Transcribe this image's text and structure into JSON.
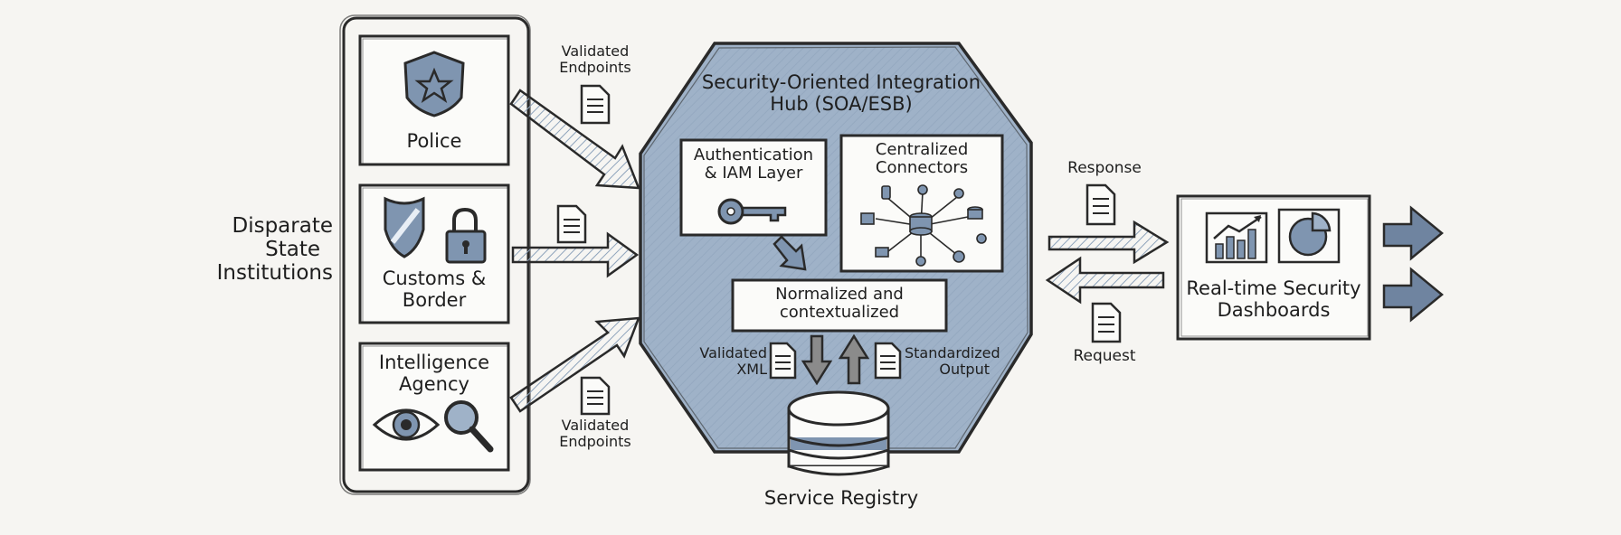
{
  "left_group": {
    "label_lines": [
      "Disparate",
      "State",
      "Institutions"
    ]
  },
  "institutions": {
    "police": "Police",
    "customs_lines": [
      "Customs &",
      "Border"
    ],
    "intel_lines": [
      "Intelligence",
      "Agency"
    ]
  },
  "hub": {
    "title_lines": [
      "Security-Oriented Integration",
      "Hub (SOA/ESB)"
    ],
    "auth_lines": [
      "Authentication",
      "& IAM Layer"
    ],
    "connectors_lines": [
      "Centralized",
      "Connectors"
    ],
    "normalized_lines": [
      "Normalized and",
      "contextualized"
    ],
    "validated_xml_lines": [
      "Validated",
      "XML"
    ],
    "standardized_lines": [
      "Standardized",
      "Output"
    ],
    "registry": "Service Registry"
  },
  "flows": {
    "validated_endpoints_top": [
      "Validated",
      "Endpoints"
    ],
    "validated_endpoints_bottom": [
      "Validated",
      "Endpoints"
    ],
    "response": "Response",
    "request": "Request"
  },
  "dashboard": {
    "title_lines": [
      "Real-time Security",
      "Dashboards"
    ]
  },
  "colors": {
    "hub_fill": "#9fb2c8",
    "icon_fill": "#7f95b0",
    "ink": "#2a2a2a",
    "arrow_fill": "#8b8b8b",
    "out_arrow_fill": "#6f84a0",
    "paper": "#f6f5f2"
  },
  "icons": [
    "police-badge-icon",
    "shield-icon",
    "padlock-icon",
    "eye-icon",
    "magnifier-icon",
    "key-icon",
    "database-icon",
    "document-icon",
    "bar-chart-icon",
    "pie-chart-icon"
  ]
}
